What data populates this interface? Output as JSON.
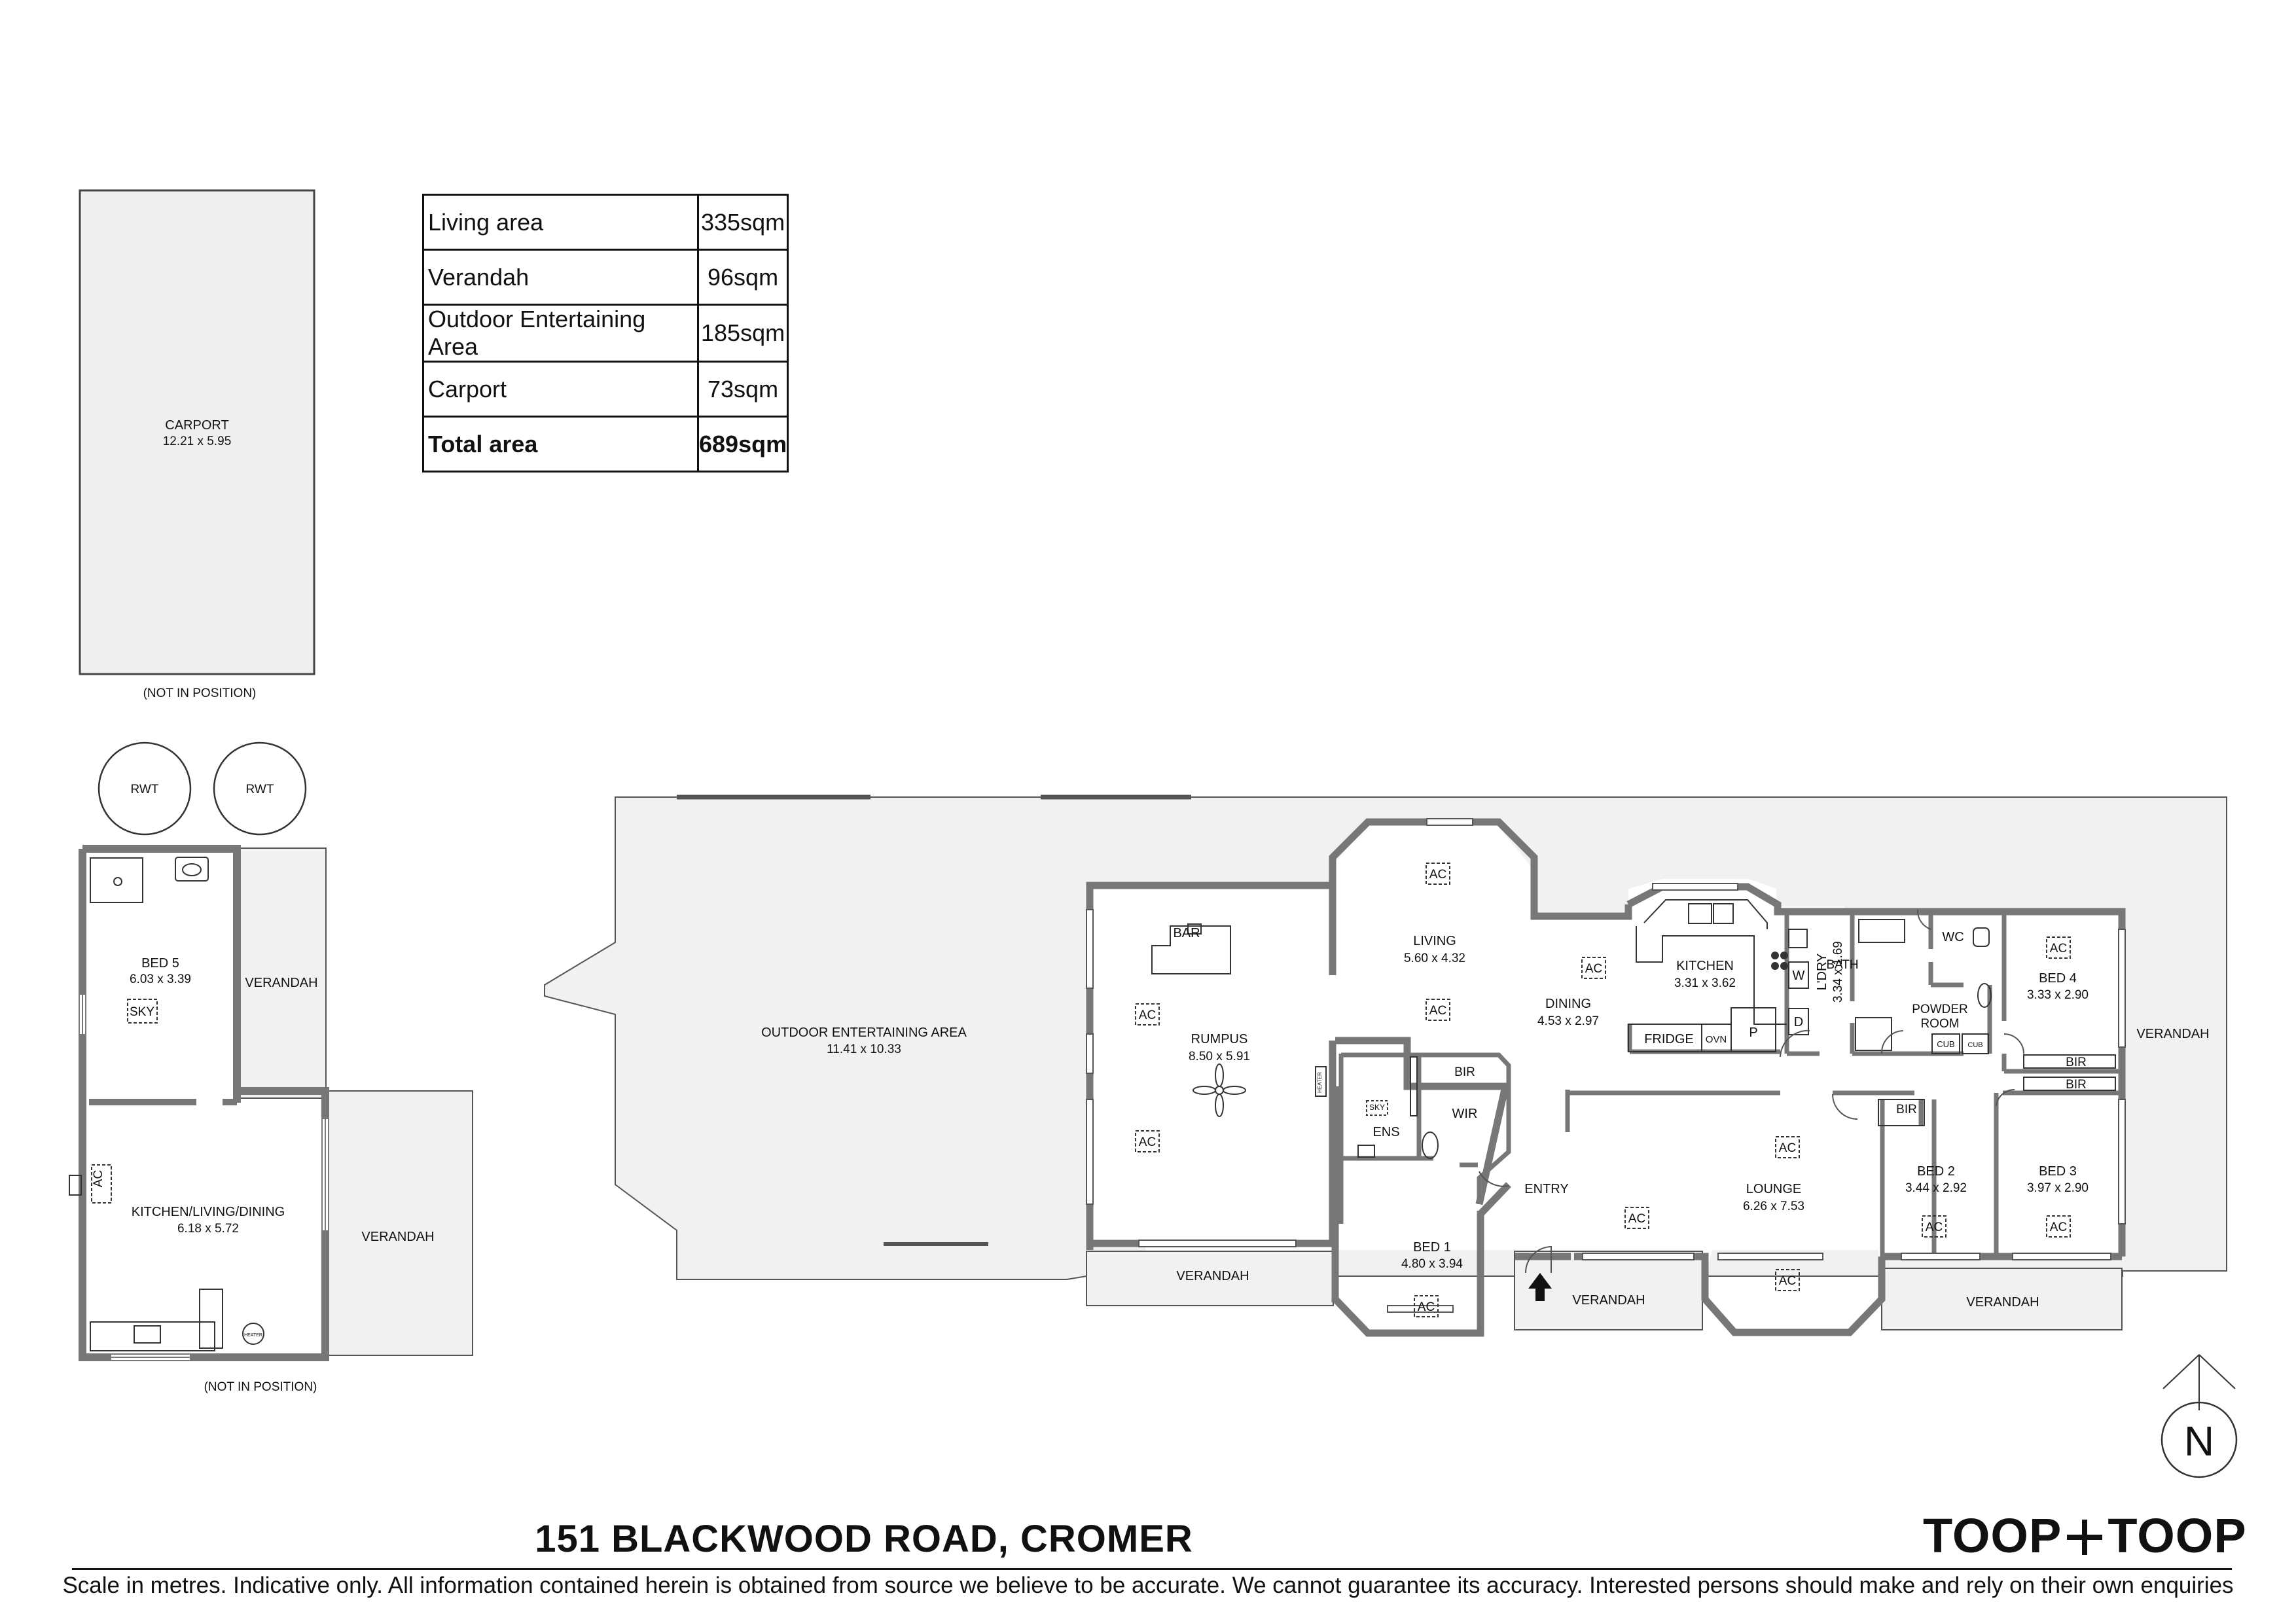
{
  "area_table": [
    {
      "label": "Living area",
      "value": "335sqm"
    },
    {
      "label": "Verandah",
      "value": "96sqm"
    },
    {
      "label": "Outdoor Entertaining Area",
      "value": "185sqm"
    },
    {
      "label": "Carport",
      "value": "73sqm"
    },
    {
      "label": "Total area",
      "value": "689sqm"
    }
  ],
  "carport": {
    "name": "CARPORT",
    "size": "12.21 x 5.95",
    "note": "(NOT IN POSITION)"
  },
  "granny_flat": {
    "tanks": [
      "RWT",
      "RWT"
    ],
    "bed5": {
      "name": "BED 5",
      "size": "6.03 x 3.39",
      "sky": "SKY"
    },
    "kitchen": {
      "name": "KITCHEN/LIVING/DINING",
      "size": "6.18 x 5.72",
      "ac": "AC",
      "heater": "HEATER"
    },
    "verandah_top": "VERANDAH",
    "verandah_side": "VERANDAH",
    "note": "(NOT IN POSITION)"
  },
  "house": {
    "outdoor": {
      "name": "OUTDOOR ENTERTAINING AREA",
      "size": "11.41 x 10.33"
    },
    "rumpus": {
      "name": "RUMPUS",
      "size": "8.50 x 5.91",
      "bar": "BAR"
    },
    "living": {
      "name": "LIVING",
      "size": "5.60 x 4.32"
    },
    "dining": {
      "name": "DINING",
      "size": "4.53 x 2.97"
    },
    "kitchen": {
      "name": "KITCHEN",
      "size": "3.31 x 3.62",
      "fridge": "FRIDGE",
      "oven": "OVN",
      "pantry": "P",
      "washer": "W",
      "dryer": "D"
    },
    "laundry": {
      "name": "L'DRY",
      "size": "3.34 x 1.69"
    },
    "bath": "BATH",
    "wc": "WC",
    "powder": {
      "line1": "POWDER",
      "line2": "ROOM",
      "cub": "CUB"
    },
    "bed4": {
      "name": "BED 4",
      "size": "3.33 x 2.90"
    },
    "bed3": {
      "name": "BED 3",
      "size": "3.97 x 2.90"
    },
    "bed2": {
      "name": "BED 2",
      "size": "3.44 x 2.92"
    },
    "bed1": {
      "name": "BED 1",
      "size": "4.80 x 3.94"
    },
    "lounge": {
      "name": "LOUNGE",
      "size": "6.26 x 7.53"
    },
    "entry": "ENTRY",
    "ens": "ENS",
    "wir": "WIR",
    "bir": "BIR",
    "ac": "AC",
    "sky": "SKY",
    "heater": "HEATER",
    "verandahs": [
      "VERANDAH",
      "VERANDAH",
      "VERANDAH",
      "VERANDAH"
    ]
  },
  "compass": {
    "letter": "N"
  },
  "address": "151 BLACKWOOD ROAD, CROMER",
  "brand": {
    "left": "TOOP",
    "right": "TOOP"
  },
  "disclaimer": "Scale in metres. Indicative only. All information contained herein is obtained from source we believe to be accurate. We cannot guarantee its accuracy. Interested persons should make and rely on their own enquiries"
}
